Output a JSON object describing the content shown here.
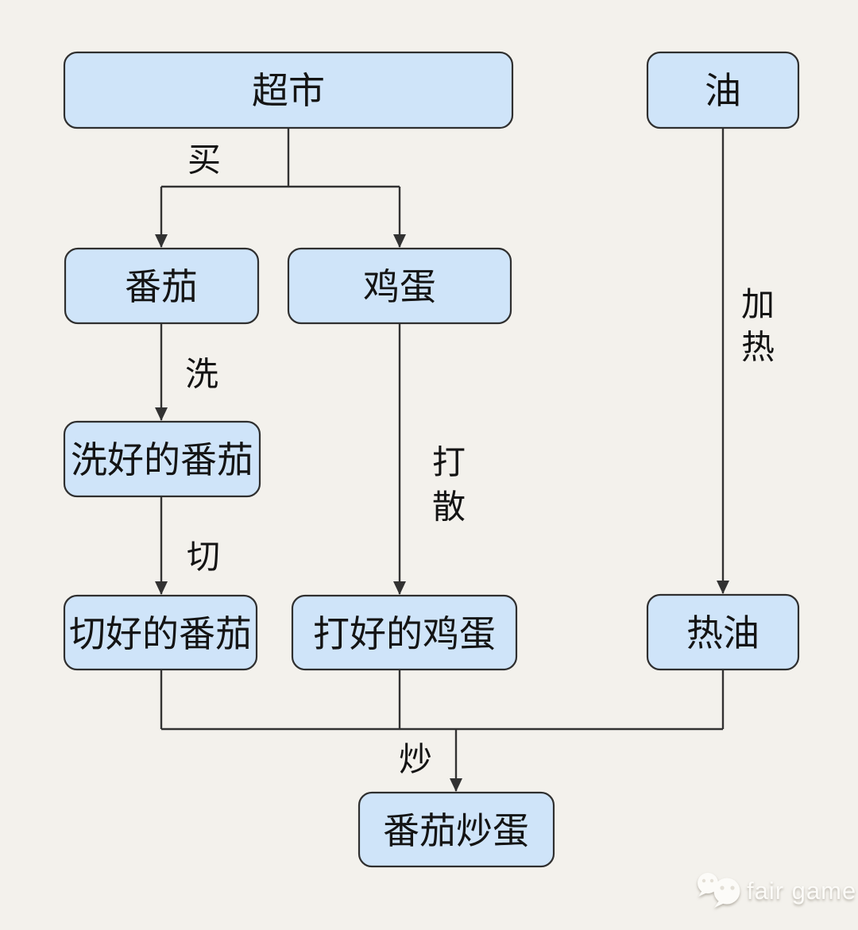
{
  "diagram": {
    "nodes": {
      "supermarket": {
        "label": "超市"
      },
      "oil": {
        "label": "油"
      },
      "tomato": {
        "label": "番茄"
      },
      "egg": {
        "label": "鸡蛋"
      },
      "washed_tomato": {
        "label": "洗好的番茄"
      },
      "cut_tomato": {
        "label": "切好的番茄"
      },
      "beaten_egg": {
        "label": "打好的鸡蛋"
      },
      "hot_oil": {
        "label": "热油"
      },
      "dish": {
        "label": "番茄炒蛋"
      }
    },
    "edge_labels": {
      "buy": "买",
      "wash": "洗",
      "cut": "切",
      "beat": "打散",
      "heat": "加热",
      "fry": "炒"
    }
  },
  "watermark": {
    "brand": "fair game"
  },
  "colors": {
    "background": "#f3f1ec",
    "node_fill": "#cfe4f9",
    "node_border": "#2f2f2f",
    "line": "#323232",
    "text": "#141414",
    "watermark": "#fcfbf8"
  }
}
